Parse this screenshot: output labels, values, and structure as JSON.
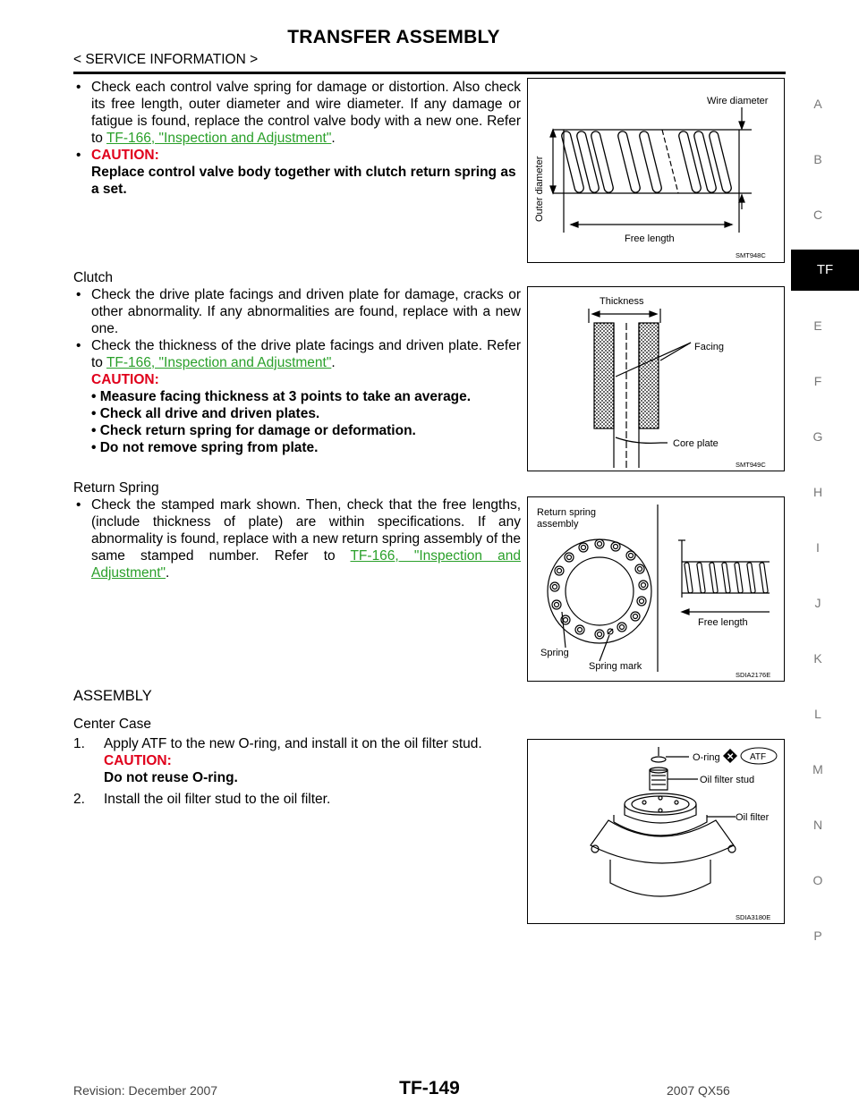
{
  "header": {
    "title": "TRANSFER ASSEMBLY",
    "subtitle": "< SERVICE INFORMATION >"
  },
  "side_index": {
    "letters": [
      "A",
      "B",
      "C",
      "TF",
      "E",
      "F",
      "G",
      "H",
      "I",
      "J",
      "K",
      "L",
      "M",
      "N",
      "O",
      "P"
    ],
    "active": "TF"
  },
  "section1": {
    "bullet_text": "Check each control valve spring for damage or distortion. Also check its free length, outer diameter and wire diameter. If any damage or fatigue is found, replace the control valve body with a new one. Refer to ",
    "link": "TF-166, \"Inspection and Adjustment\"",
    "after_link": ".",
    "caution_label": "CAUTION:",
    "caution_text": "Replace control valve body together with clutch return spring as a set.",
    "figure": {
      "labels": {
        "wire_diameter": "Wire diameter",
        "outer_diameter": "Outer diameter",
        "free_length": "Free length"
      },
      "code": "SMT948C"
    }
  },
  "clutch": {
    "heading": "Clutch",
    "bullet1": "Check the drive plate facings and driven plate for damage, cracks or other abnormality. If any abnormalities are found, replace with a new one.",
    "bullet2_text": "Check the thickness of the drive plate facings and driven plate. Refer to ",
    "bullet2_link": "TF-166, \"Inspection and Adjustment\"",
    "bullet2_after": ".",
    "caution_label": "CAUTION:",
    "caution_items": [
      "• Measure facing thickness at 3 points to take an average.",
      "• Check all drive and driven plates.",
      "• Check return spring for damage or deformation.",
      "• Do not remove spring from plate."
    ],
    "figure": {
      "labels": {
        "thickness": "Thickness",
        "facing": "Facing",
        "core_plate": "Core plate"
      },
      "code": "SMT949C"
    }
  },
  "return_spring": {
    "heading": "Return Spring",
    "bullet_text": "Check the stamped mark shown. Then, check that the free lengths, (include thickness of plate) are within specifications. If any abnormality is found, replace with a new return spring assembly of the same stamped number. Refer to ",
    "link": "TF-166, \"Inspection and Adjustment\"",
    "after_link": ".",
    "figure": {
      "labels": {
        "assembly_line1": "Return spring",
        "assembly_line2": "assembly",
        "free_length": "Free length",
        "spring": "Spring",
        "spring_mark": "Spring mark"
      },
      "code": "SDIA2176E"
    }
  },
  "assembly": {
    "heading": "ASSEMBLY",
    "subheading": "Center Case",
    "step1_num": "1.",
    "step1_text": "Apply ATF to the new O-ring, and install it on the oil filter stud.",
    "caution_label": "CAUTION:",
    "caution_text": "Do not reuse O-ring.",
    "step2_num": "2.",
    "step2_text": "Install the oil filter stud to the oil filter.",
    "figure": {
      "labels": {
        "o_ring": "O-ring",
        "atf": "ATF",
        "oil_filter_stud": "Oil filter stud",
        "oil_filter": "Oil filter"
      },
      "code": "SDIA3180E"
    }
  },
  "footer": {
    "revision": "Revision: December 2007",
    "page": "TF-149",
    "model": "2007 QX56"
  }
}
